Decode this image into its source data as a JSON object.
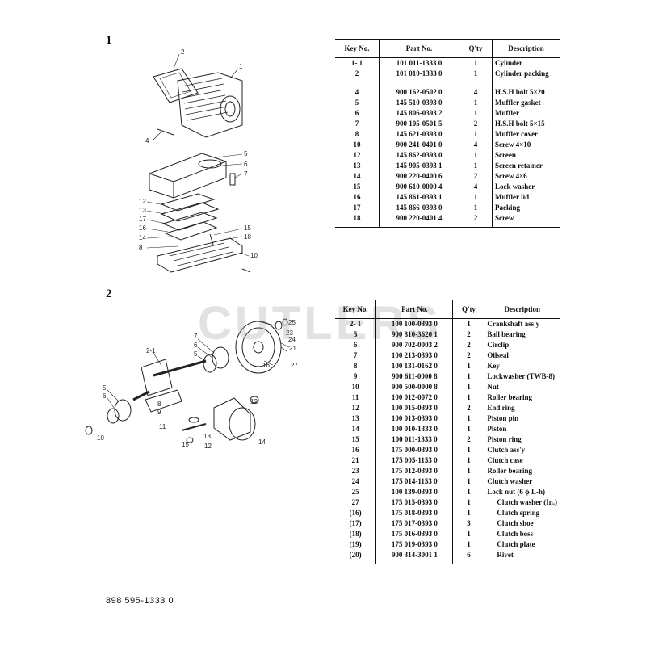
{
  "sections": [
    {
      "number": "1",
      "headers": {
        "key": "Key No.",
        "part": "Part No.",
        "qty": "Q'ty",
        "desc": "Description"
      },
      "rows": [
        {
          "key": "1- 1",
          "part": "101 011-1333 0",
          "qty": "1",
          "desc": "Cylinder"
        },
        {
          "key": "2",
          "part": "101 010-1333 0",
          "qty": "1",
          "desc": "Cylinder packing"
        },
        {
          "key": "4",
          "part": "900 162-0502 0",
          "qty": "4",
          "desc": "H.S.H bolt 5×20",
          "gap": true
        },
        {
          "key": "5",
          "part": "145 510-0393 0",
          "qty": "1",
          "desc": "Muffler gasket"
        },
        {
          "key": "6",
          "part": "145 806-0393 2",
          "qty": "1",
          "desc": "Muffler"
        },
        {
          "key": "7",
          "part": "900 105-0501 5",
          "qty": "2",
          "desc": "H.S.H bolt 5×15"
        },
        {
          "key": "8",
          "part": "145 621-0393 0",
          "qty": "1",
          "desc": "Muffler cover"
        },
        {
          "key": "10",
          "part": "900 241-0401 0",
          "qty": "4",
          "desc": "Screw 4×10"
        },
        {
          "key": "12",
          "part": "145 862-0393 0",
          "qty": "1",
          "desc": "Screen"
        },
        {
          "key": "13",
          "part": "145 905-0393 1",
          "qty": "1",
          "desc": "Screen retainer"
        },
        {
          "key": "14",
          "part": "900 220-0400 6",
          "qty": "2",
          "desc": "Screw 4×6"
        },
        {
          "key": "15",
          "part": "900 610-0000 4",
          "qty": "4",
          "desc": "Lock washer"
        },
        {
          "key": "16",
          "part": "145 861-0393 1",
          "qty": "1",
          "desc": "Muffler lid"
        },
        {
          "key": "17",
          "part": "145 866-0393 0",
          "qty": "1",
          "desc": "Packing"
        },
        {
          "key": "18",
          "part": "900 220-0401 4",
          "qty": "2",
          "desc": "Screw"
        }
      ]
    },
    {
      "number": "2",
      "headers": {
        "key": "Key No.",
        "part": "Part No.",
        "qty": "Q'ty",
        "desc": "Description"
      },
      "rows": [
        {
          "key": "2- 1",
          "part": "100 100-0393 0",
          "qty": "1",
          "desc": "Crankshaft ass'y"
        },
        {
          "key": "5",
          "part": "900 810-3620 1",
          "qty": "2",
          "desc": "Ball bearing"
        },
        {
          "key": "6",
          "part": "900 702-0003 2",
          "qty": "2",
          "desc": "Circlip"
        },
        {
          "key": "7",
          "part": "100 213-0393 0",
          "qty": "2",
          "desc": "Oilseal"
        },
        {
          "key": "8",
          "part": "100 131-0162 0",
          "qty": "1",
          "desc": "Key"
        },
        {
          "key": "9",
          "part": "900 611-0000 8",
          "qty": "1",
          "desc": "Lockwasher (TWB-8)"
        },
        {
          "key": "10",
          "part": "900 500-0000 8",
          "qty": "1",
          "desc": "Nut"
        },
        {
          "key": "11",
          "part": "100 012-0072 0",
          "qty": "1",
          "desc": "Roller bearing"
        },
        {
          "key": "12",
          "part": "100 015-0393 0",
          "qty": "2",
          "desc": "End ring"
        },
        {
          "key": "13",
          "part": "100 013-0393 0",
          "qty": "1",
          "desc": "Piston pin"
        },
        {
          "key": "14",
          "part": "100 010-1333 0",
          "qty": "1",
          "desc": "Piston"
        },
        {
          "key": "15",
          "part": "100 011-1333 0",
          "qty": "2",
          "desc": "Piston ring"
        },
        {
          "key": "16",
          "part": "175 000-0393 0",
          "qty": "1",
          "desc": "Clutch ass'y"
        },
        {
          "key": "21",
          "part": "175 005-1153 0",
          "qty": "1",
          "desc": "Clutch case"
        },
        {
          "key": "23",
          "part": "175 012-0393 0",
          "qty": "1",
          "desc": "Roller bearing"
        },
        {
          "key": "24",
          "part": "175 014-1153 0",
          "qty": "1",
          "desc": "Clutch washer"
        },
        {
          "key": "25",
          "part": "100 139-0393 0",
          "qty": "1",
          "desc": "Lock nut (6 ϕ L-h)"
        },
        {
          "key": "27",
          "part": "175 015-0393 0",
          "qty": "1",
          "desc": "Clutch washer (In.)",
          "indent": true
        },
        {
          "key": "(16)",
          "part": "175 018-0393 0",
          "qty": "1",
          "desc": "Clutch spring",
          "indent": true
        },
        {
          "key": "(17)",
          "part": "175 017-0393 0",
          "qty": "3",
          "desc": "Clutch shoe",
          "indent": true
        },
        {
          "key": "(18)",
          "part": "175 016-0393 0",
          "qty": "1",
          "desc": "Clutch boss",
          "indent": true
        },
        {
          "key": "(19)",
          "part": "175 019-0393 0",
          "qty": "1",
          "desc": "Clutch plate",
          "indent": true
        },
        {
          "key": "(20)",
          "part": "900 314-3001 1",
          "qty": "6",
          "desc": "Rivet",
          "indent": true
        }
      ]
    }
  ],
  "diagram1_callouts": [
    "1",
    "2",
    "4",
    "5",
    "6",
    "7",
    "12",
    "13",
    "17",
    "16",
    "15",
    "14",
    "18",
    "8",
    "10"
  ],
  "diagram2_callouts": [
    "2-1",
    "7",
    "6",
    "5",
    "25",
    "23",
    "24",
    "21",
    "16",
    "27",
    "5",
    "6",
    "8",
    "9",
    "10",
    "11",
    "12",
    "13",
    "14",
    "15",
    "12"
  ],
  "watermark": "CUTLERS",
  "footer_code": "898 595-1333 0"
}
